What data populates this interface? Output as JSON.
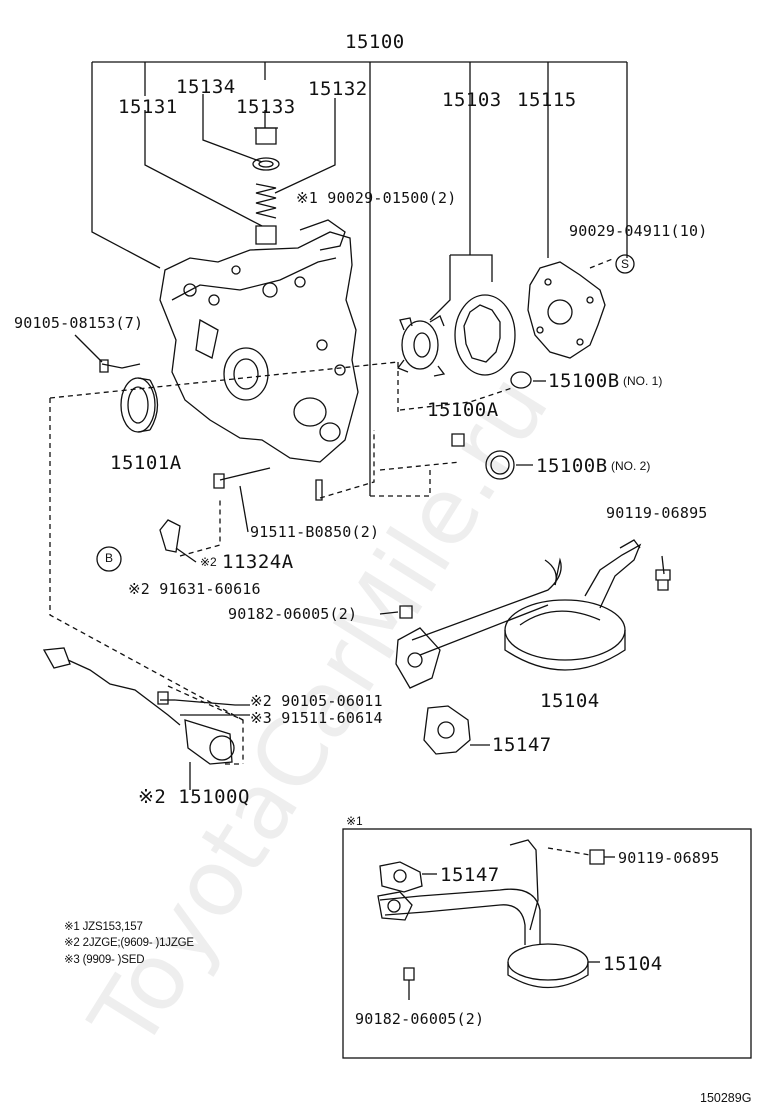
{
  "watermark": "ToyotaCarMile.ru",
  "diagram_code": "150289G",
  "labels": {
    "p15100": "15100",
    "p15134": "15134",
    "p15133": "15133",
    "p15132": "15132",
    "p15131": "15131",
    "p15103": "15103",
    "p15115": "15115",
    "bolt_90029_01500": "※1 90029-01500(2)",
    "bolt_90029_04911": "90029-04911(10)",
    "bolt_90105_08153": "90105-08153(7)",
    "p15100B_no1": "15100B",
    "p15100B_no1_suffix": "(NO. 1)",
    "p15100A": "15100A",
    "p15100B_no2": "15100B",
    "p15100B_no2_suffix": "(NO. 2)",
    "p15101A": "15101A",
    "stud_91511_B0850": "91511-B0850(2)",
    "bolt_90119_06895": "90119-06895",
    "p11324A_prefix": "※2",
    "p11324A": "11324A",
    "ref_B": "B",
    "bolt_91631_60616": "※2 91631-60616",
    "nut_90182_06005": "90182-06005(2)",
    "p15104": "15104",
    "bolt_90105_06011": "※2 90105-06011",
    "bolt_91511_60614": "※3 91511-60614",
    "p15147": "15147",
    "p15100Q": "※2 15100Q"
  },
  "inset": {
    "mark": "※1",
    "p15147": "15147",
    "bolt_90119_06895": "90119-06895",
    "p15104": "15104",
    "nut_90182_06005": "90182-06005(2)"
  },
  "notes": [
    "※1 JZS153,157",
    "※2 2JZGE;(9609-           )1JZGE",
    "※3 (9909-           )SED"
  ],
  "circle_S": "S"
}
